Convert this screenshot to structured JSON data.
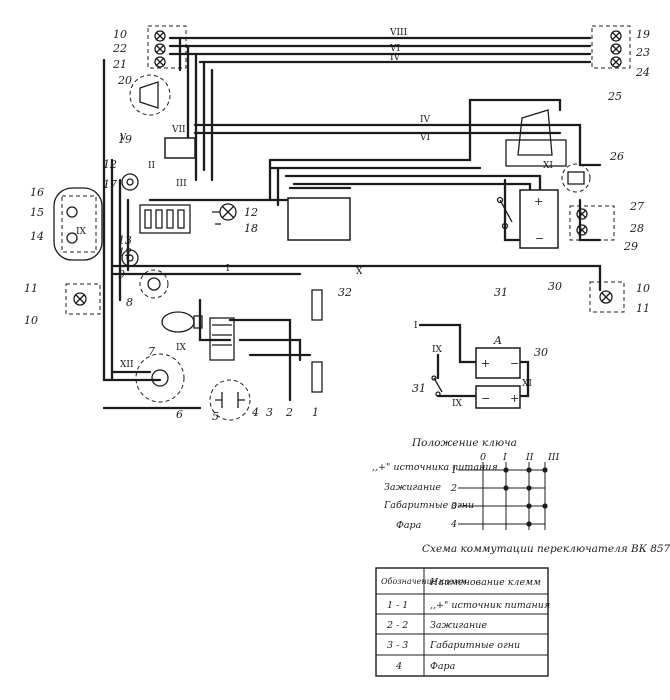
{
  "component_numbers": [
    "1",
    "2",
    "3",
    "4",
    "5",
    "6",
    "7",
    "8",
    "9",
    "10",
    "11",
    "12",
    "13",
    "14",
    "15",
    "16",
    "17",
    "18",
    "19",
    "20",
    "21",
    "22",
    "23",
    "24",
    "25",
    "26",
    "27",
    "28",
    "29",
    "30",
    "31",
    "32"
  ],
  "wire_marks": [
    "I",
    "II",
    "III",
    "IV",
    "V",
    "VI",
    "VII",
    "VIII",
    "IX",
    "X",
    "XI",
    "XII"
  ],
  "inset": {
    "label_a": "A",
    "label_30": "30",
    "label_31": "31",
    "mark_i": "I",
    "mark_ix": "IX",
    "mark_xi": "XI"
  },
  "key_positions": {
    "title": "Положение ключа",
    "columns": [
      "0",
      "I",
      "II",
      "III"
    ],
    "rows": [
      {
        "label": ",,+\" источника питания",
        "term": "1"
      },
      {
        "label": "Зажигание",
        "term": "2"
      },
      {
        "label": "Габаритные огни",
        "term": "3"
      },
      {
        "label": "Фара",
        "term": "4"
      }
    ]
  },
  "switch_scheme": {
    "title": "Схема коммутации переключателя ВК 857",
    "headers": [
      "Обозначение клемм",
      "Наименование клемм"
    ],
    "rows": [
      [
        "1 - 1",
        ",,+\" источник питания"
      ],
      [
        "2 - 2",
        "Зажигание"
      ],
      [
        "3 - 3",
        "Габаритные огни"
      ],
      [
        "4",
        "Фара"
      ]
    ]
  }
}
